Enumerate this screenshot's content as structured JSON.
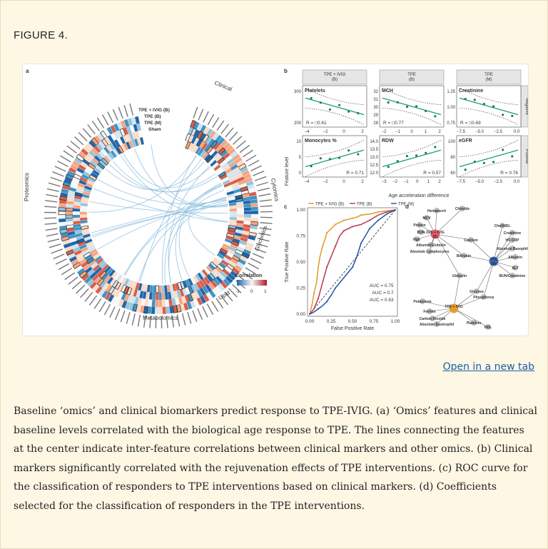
{
  "figure": {
    "label": "FIGURE 4.",
    "open_link": "Open in a new tab",
    "caption": "Baseline ‘omics’ and clinical biomarkers predict response to TPE-IVIG. (a) ‘Omics’ features and clinical baseline levels correlated with the biological age response to TPE. The lines connecting the features at the center indicate inter-feature correlations between clinical markers and other omics. (b) Clinical markers significantly correlated with the rejuvenation effects of TPE interventions. (c) ROC curve for the classification of responders to TPE interventions based on clinical markers. (d) Coefficients selected for the classification of responders in the TPE interventions."
  },
  "panel_labels": {
    "a": "a",
    "b": "b",
    "c": "c",
    "d": "d"
  },
  "panel_a": {
    "sections": [
      "Clinical",
      "Cytomics",
      "Glycomics",
      "Lipid",
      "Metabolomics",
      "Proteomics"
    ],
    "ring_labels": [
      "TPE + IVIG (B)",
      "TPE (B)",
      "TPE (M)",
      "Sham"
    ],
    "legend_title": "Correlation",
    "legend_ticks": [
      "-1",
      "0",
      "1"
    ],
    "colors": {
      "negative": "#2166ac",
      "neutral": "#f7f7f7",
      "positive": "#b2182b"
    }
  },
  "panel_b": {
    "col_headers": [
      "TPE + IVIG\n(B)",
      "TPE\n(B)",
      "TPE\n(M)"
    ],
    "row_headers": [
      "Negative",
      "Positive"
    ],
    "ylabel": "Feature level",
    "xlabel": "Age acceleration difference",
    "line_color": "#1b9e77",
    "plots": [
      {
        "title": "Platelets",
        "r": "R = □0.61",
        "xticks": [
          "−4",
          "−2",
          "0",
          "2"
        ],
        "yticks": [
          "300",
          "200"
        ]
      },
      {
        "title": "MCH",
        "r": "R = □0.77",
        "xticks": [
          "−2",
          "−1",
          "0",
          "1",
          "2"
        ],
        "yticks": [
          "32",
          "31",
          "30",
          "29",
          "28"
        ]
      },
      {
        "title": "Creatinine",
        "r": "R = □0.69",
        "xticks": [],
        "yticks": [
          "1.25",
          "1.00",
          "0.75"
        ]
      },
      {
        "title": "Monocytes %",
        "r": "R = 0.71",
        "xticks": [
          "−4",
          "−2",
          "0",
          "2"
        ],
        "yticks": [
          "10",
          "5",
          "0"
        ]
      },
      {
        "title": "RDW",
        "r": "R = 0.57",
        "xticks": [
          "−3",
          "−2",
          "−1",
          "0",
          "1",
          "2"
        ],
        "yticks": [
          "14.0",
          "13.5",
          "13.0",
          "12.5",
          "12.0"
        ]
      },
      {
        "title": "eGFR",
        "r": "R = 0.76",
        "xticks": [
          "−7.5",
          "−5.0",
          "−2.5",
          "0.0"
        ],
        "yticks": [
          "100",
          "80",
          "60"
        ]
      }
    ]
  },
  "chart_data": {
    "type": "line",
    "title": "",
    "xlabel": "False Positive Rate",
    "ylabel": "True Positive Rate",
    "xlim": [
      0,
      1
    ],
    "ylim": [
      0,
      1
    ],
    "xticks": [
      "0.00",
      "0.25",
      "0.50",
      "0.75",
      "1.00"
    ],
    "yticks": [
      "0.00",
      "0.25",
      "0.50",
      "0.75",
      "1.00"
    ],
    "legend_position": "top",
    "series": [
      {
        "name": "TPE + IVIG (B)",
        "color": "#e0a030",
        "auc_label": "AUC = 0.75",
        "x": [
          0,
          0.03,
          0.05,
          0.08,
          0.1,
          0.12,
          0.15,
          0.18,
          0.2,
          0.25,
          0.3,
          0.35,
          0.4,
          0.45,
          0.5,
          0.55,
          0.6,
          0.7,
          0.8,
          0.9,
          1.0
        ],
        "y": [
          0,
          0.1,
          0.2,
          0.3,
          0.45,
          0.55,
          0.65,
          0.72,
          0.78,
          0.82,
          0.86,
          0.88,
          0.9,
          0.91,
          0.92,
          0.93,
          0.95,
          0.96,
          0.98,
          0.99,
          1.0
        ]
      },
      {
        "name": "TPE (B)",
        "color": "#c0405a",
        "auc_label": "AUC = 0.7",
        "x": [
          0,
          0.05,
          0.1,
          0.15,
          0.2,
          0.25,
          0.3,
          0.35,
          0.4,
          0.45,
          0.5,
          0.6,
          0.7,
          0.8,
          0.9,
          1.0
        ],
        "y": [
          0,
          0.05,
          0.15,
          0.3,
          0.45,
          0.55,
          0.65,
          0.75,
          0.8,
          0.82,
          0.84,
          0.86,
          0.9,
          0.95,
          0.98,
          1.0
        ]
      },
      {
        "name": "TPE (M)",
        "color": "#2a5ca8",
        "auc_label": "AUC = 0.63",
        "x": [
          0,
          0.05,
          0.1,
          0.15,
          0.2,
          0.25,
          0.3,
          0.4,
          0.5,
          0.55,
          0.6,
          0.65,
          0.7,
          0.75,
          0.8,
          0.85,
          0.9,
          0.95,
          1.0
        ],
        "y": [
          0,
          0.02,
          0.05,
          0.08,
          0.12,
          0.18,
          0.25,
          0.35,
          0.45,
          0.55,
          0.68,
          0.75,
          0.82,
          0.86,
          0.9,
          0.93,
          0.96,
          0.98,
          1.0
        ]
      }
    ]
  },
  "panel_d": {
    "hubs": [
      {
        "label": "TPE + IVIG\n(B)",
        "color": "#e85a6a"
      },
      {
        "label": "TPE\n(M)",
        "color": "#3a6ab8"
      },
      {
        "label": "TPE + IVIG",
        "color": "#e0a030"
      }
    ],
    "nodes": [
      "Hematocrit",
      "Chloride",
      "MCV",
      "Protein",
      "BUN",
      "Hgb",
      "Albumin/Globulin",
      "Absolute Lymphocytes",
      "Calcium",
      "Bilirubin",
      "Chol/HDL",
      "Creatinine",
      "HS CRP",
      "Absolute Basophil",
      "Albumin",
      "ALT",
      "BUN/Creatinine",
      "Globulin",
      "Glucose",
      "Potassium",
      "Phosphorus",
      "Ferritin",
      "Carbon Dioxide",
      "Absolute Eosinophil",
      "Platelets",
      "HDL"
    ]
  }
}
